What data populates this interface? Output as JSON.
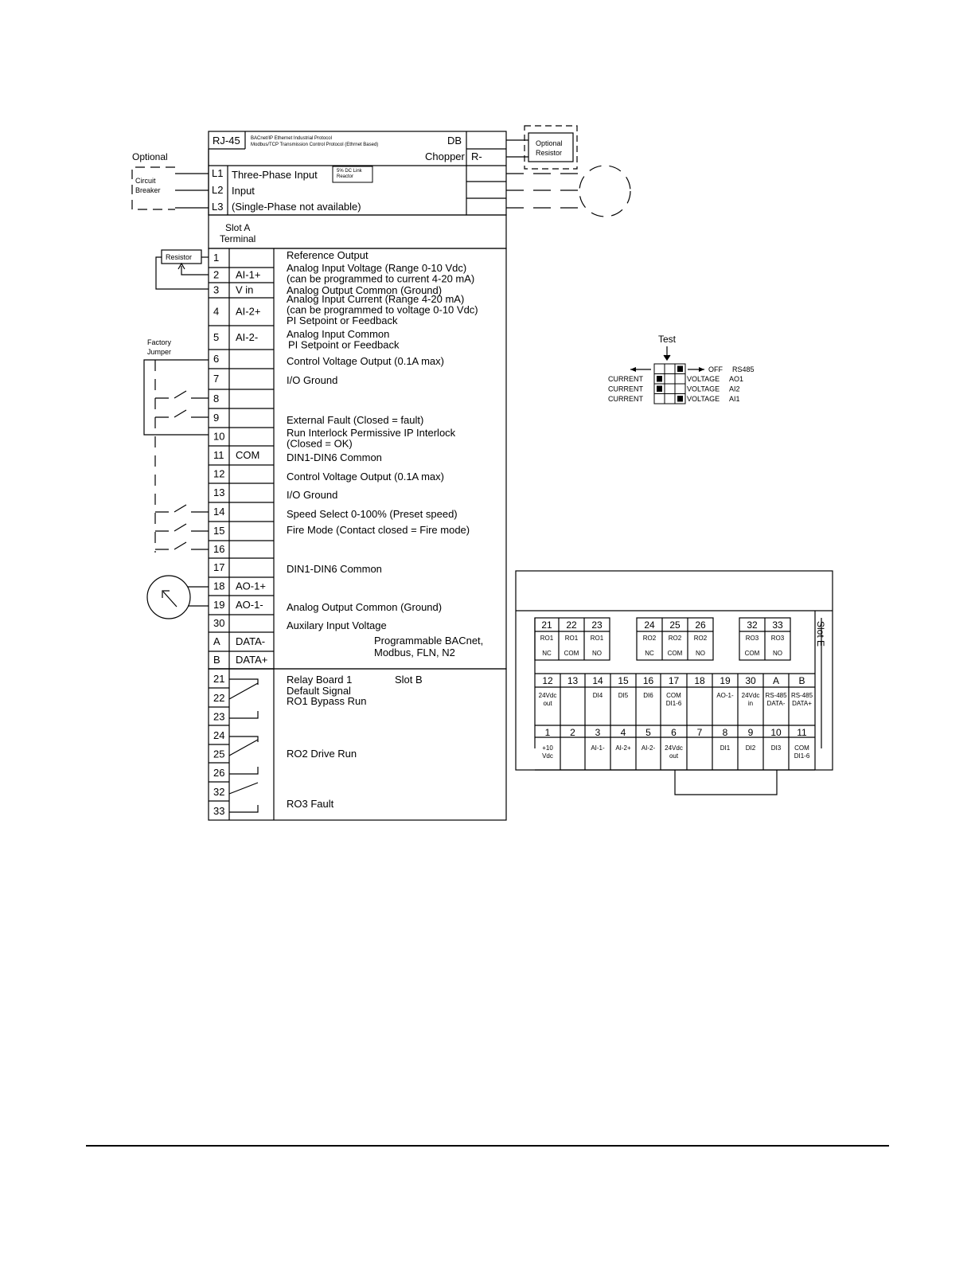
{
  "header": {
    "rj45": "RJ-45",
    "protocol_line1": "BACnet/IP Ethernet Industrial Protocol",
    "protocol_line2": "Modbus/TCP Transmission Control Protocol (Ethrnet Based)",
    "db": "DB",
    "chopper": "Chopper",
    "r_minus": "R-",
    "optional_resistor_1": "Optional",
    "optional_resistor_2": "Resistor"
  },
  "power": {
    "optional": "Optional",
    "breaker_1": "Circuit",
    "breaker_2": "Breaker",
    "lines": [
      {
        "id": "L1",
        "text": "Three-Phase Input"
      },
      {
        "id": "L2",
        "text": "Input"
      },
      {
        "id": "L3",
        "text": "(Single-Phase not available)"
      }
    ],
    "reactor_1": "5% DC Link",
    "reactor_2": "Reactor"
  },
  "slot_a": {
    "line1": "Slot A",
    "line2": "Terminal"
  },
  "resistor_label": "Resistor",
  "factory_jumper": {
    "line1": "Factory",
    "line2": "Jumper"
  },
  "terminals": [
    {
      "num": "1",
      "signal": "",
      "desc": [
        "Reference Output"
      ]
    },
    {
      "num": "2",
      "signal": "AI-1+",
      "desc": [
        "Analog Input Voltage (Range 0-10 Vdc)",
        "(can be programmed to current 4-20 mA)"
      ]
    },
    {
      "num": "3",
      "signal": "V in",
      "desc": [
        "Analog Output Common (Ground)"
      ]
    },
    {
      "num": "4",
      "signal": "AI-2+",
      "desc": [
        "Analog Input Current (Range 4-20 mA)",
        "(can be programmed to voltage 0-10 Vdc)",
        "PI Setpoint or Feedback"
      ]
    },
    {
      "num": "5",
      "signal": "AI-2-",
      "desc": [
        "Analog Input Common",
        "PI Setpoint or Feedback"
      ]
    },
    {
      "num": "6",
      "signal": "",
      "desc": [
        "Control Voltage Output (0.1A max)"
      ]
    },
    {
      "num": "7",
      "signal": "",
      "desc": [
        "I/O Ground"
      ]
    },
    {
      "num": "8",
      "signal": "",
      "desc": []
    },
    {
      "num": "9",
      "signal": "",
      "desc": [
        "External Fault (Closed = fault)"
      ]
    },
    {
      "num": "10",
      "signal": "",
      "desc": [
        "Run Interlock Permissive IP Interlock",
        "(Closed = OK)"
      ]
    },
    {
      "num": "11",
      "signal": "COM",
      "desc": [
        "DIN1-DIN6 Common"
      ]
    },
    {
      "num": "12",
      "signal": "",
      "desc": [
        "Control Voltage Output (0.1A max)"
      ]
    },
    {
      "num": "13",
      "signal": "",
      "desc": [
        "I/O Ground"
      ]
    },
    {
      "num": "14",
      "signal": "",
      "desc": [
        "Speed Select 0-100% (Preset speed)"
      ]
    },
    {
      "num": "15",
      "signal": "",
      "desc": [
        "Fire Mode (Contact closed = Fire mode)"
      ]
    },
    {
      "num": "16",
      "signal": "",
      "desc": []
    },
    {
      "num": "17",
      "signal": "",
      "desc": [
        "DIN1-DIN6 Common"
      ]
    },
    {
      "num": "18",
      "signal": "AO-1+",
      "desc": []
    },
    {
      "num": "19",
      "signal": "AO-1-",
      "desc": [
        "Analog Output Common (Ground)"
      ]
    },
    {
      "num": "30",
      "signal": "",
      "desc": [
        "Auxilary Input Voltage"
      ]
    },
    {
      "num": "A",
      "signal": "DATA-",
      "desc": []
    },
    {
      "num": "B",
      "signal": "DATA+",
      "desc": []
    }
  ],
  "bacnet_note": [
    "Programmable BACnet,",
    "Modbus, FLN, N2"
  ],
  "relays": {
    "terminals": [
      "21",
      "22",
      "23",
      "24",
      "25",
      "26",
      "32",
      "33"
    ],
    "board": [
      "Relay Board 1",
      "Default Signal",
      "RO1 Bypass Run"
    ],
    "slot_b": "Slot B",
    "ro2": "RO2 Drive Run",
    "ro3": "RO3 Fault"
  },
  "dip": {
    "test": "Test",
    "off": "OFF",
    "rs485": "RS485",
    "rows": [
      {
        "left": "CURRENT",
        "right": "VOLTAGE",
        "name": "AO1",
        "on": [
          1,
          0,
          0
        ]
      },
      {
        "left": "CURRENT",
        "right": "VOLTAGE",
        "name": "AI2",
        "on": [
          1,
          0,
          0
        ]
      },
      {
        "left": "CURRENT",
        "right": "VOLTAGE",
        "name": "AI1",
        "on": [
          0,
          0,
          1
        ]
      }
    ],
    "top_on": [
      0,
      0,
      1
    ]
  },
  "slot_e": {
    "label": "Slot E",
    "relay_cols": [
      {
        "num": "21",
        "l1": "RO1",
        "l2": "NC"
      },
      {
        "num": "22",
        "l1": "RO1",
        "l2": "COM"
      },
      {
        "num": "23",
        "l1": "RO1",
        "l2": "NO"
      },
      {
        "num": "24",
        "l1": "RO2",
        "l2": "NC"
      },
      {
        "num": "25",
        "l1": "RO2",
        "l2": "COM"
      },
      {
        "num": "26",
        "l1": "RO2",
        "l2": "NO"
      },
      {
        "num": "32",
        "l1": "RO3",
        "l2": "COM"
      },
      {
        "num": "33",
        "l1": "RO3",
        "l2": "NO"
      }
    ],
    "upper_row": [
      {
        "num": "12",
        "l1": "24Vdc",
        "l2": "out"
      },
      {
        "num": "13",
        "l1": "",
        "l2": ""
      },
      {
        "num": "14",
        "l1": "DI4",
        "l2": ""
      },
      {
        "num": "15",
        "l1": "DI5",
        "l2": ""
      },
      {
        "num": "16",
        "l1": "DI6",
        "l2": ""
      },
      {
        "num": "17",
        "l1": "COM",
        "l2": "DI1-6"
      },
      {
        "num": "18",
        "l1": "",
        "l2": ""
      },
      {
        "num": "19",
        "l1": "AO-1-",
        "l2": ""
      },
      {
        "num": "30",
        "l1": "24Vdc",
        "l2": "in"
      },
      {
        "num": "A",
        "l1": "RS-485",
        "l2": "DATA-"
      },
      {
        "num": "B",
        "l1": "RS-485",
        "l2": "DATA+"
      }
    ],
    "lower_row": [
      {
        "num": "1",
        "l1": "+10",
        "l2": "Vdc"
      },
      {
        "num": "2",
        "l1": "",
        "l2": ""
      },
      {
        "num": "3",
        "l1": "AI-1-",
        "l2": ""
      },
      {
        "num": "4",
        "l1": "AI-2+",
        "l2": ""
      },
      {
        "num": "5",
        "l1": "AI-2-",
        "l2": ""
      },
      {
        "num": "6",
        "l1": "24Vdc",
        "l2": "out"
      },
      {
        "num": "7",
        "l1": "",
        "l2": ""
      },
      {
        "num": "8",
        "l1": "DI1",
        "l2": ""
      },
      {
        "num": "9",
        "l1": "DI2",
        "l2": ""
      },
      {
        "num": "10",
        "l1": "DI3",
        "l2": ""
      },
      {
        "num": "11",
        "l1": "COM",
        "l2": "DI1-6"
      }
    ]
  }
}
